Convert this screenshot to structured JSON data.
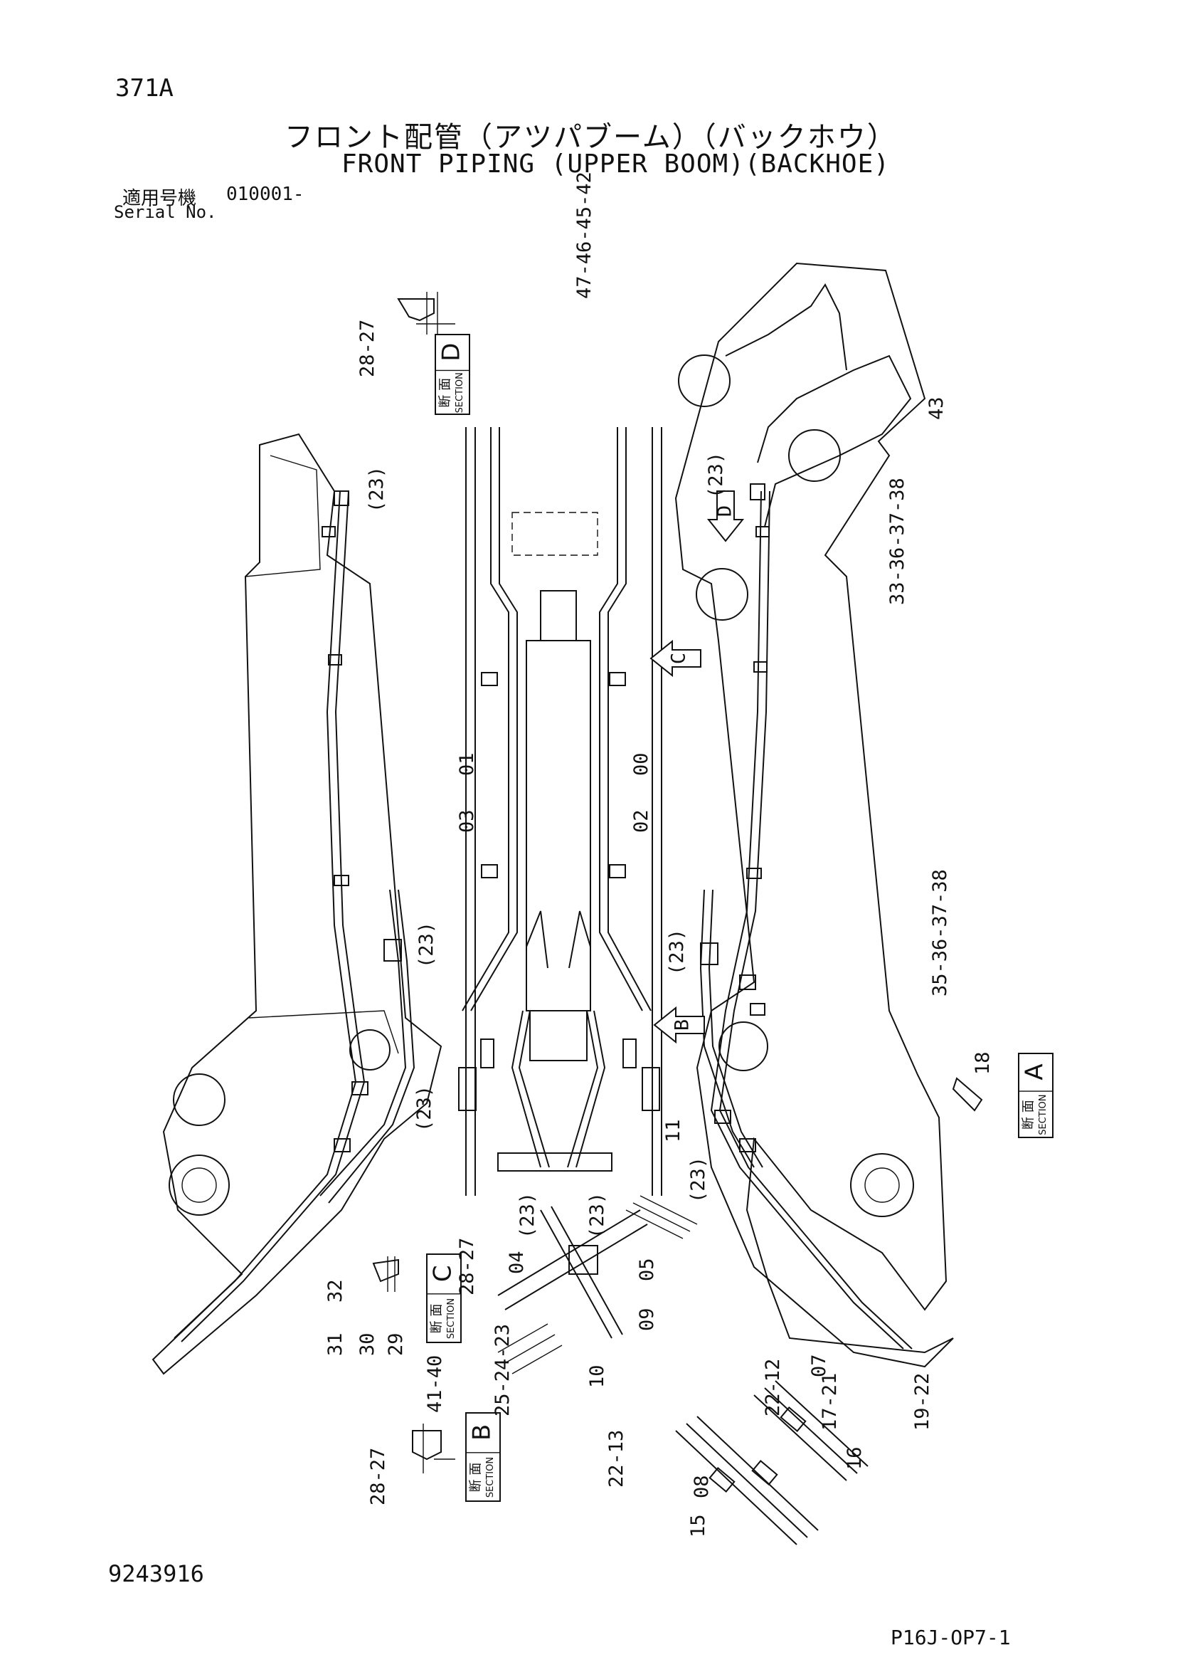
{
  "header": {
    "page_id": "371A",
    "title_ja": "フロント配管（アツパブーム）（バックホウ）",
    "title_en": "FRONT PIPING (UPPER BOOM)(BACKHOE)",
    "serial_label_ja": "適用号機",
    "serial_value": "010001-",
    "serial_label_en": "Serial No."
  },
  "footer": {
    "doc_number": "9243916",
    "sheet_ref": "P16J-OP7-1"
  },
  "sections": [
    {
      "letter": "D",
      "ja": "断 面",
      "en": "SECTION"
    },
    {
      "letter": "C",
      "ja": "断 面",
      "en": "SECTION"
    },
    {
      "letter": "B",
      "ja": "断 面",
      "en": "SECTION"
    },
    {
      "letter": "A",
      "ja": "断 面",
      "en": "SECTION"
    }
  ],
  "view_arrows": [
    "D",
    "C",
    "B"
  ],
  "callouts": [
    "28-27",
    "47-46-45-42",
    "43",
    "(23)",
    "(23)",
    "33-36-37-38",
    "01",
    "03",
    "00",
    "02",
    "(23)",
    "(23)",
    "35-36-37-38",
    "(23)",
    "11",
    "(23)",
    "18",
    "(23)",
    "(23)",
    "04",
    "28-27",
    "05",
    "09",
    "32",
    "31",
    "30",
    "29",
    "41-40",
    "25-24-23",
    "10",
    "22-12",
    "07",
    "17-21",
    "19-22",
    "16",
    "22-13",
    "08",
    "15",
    "28-27"
  ]
}
